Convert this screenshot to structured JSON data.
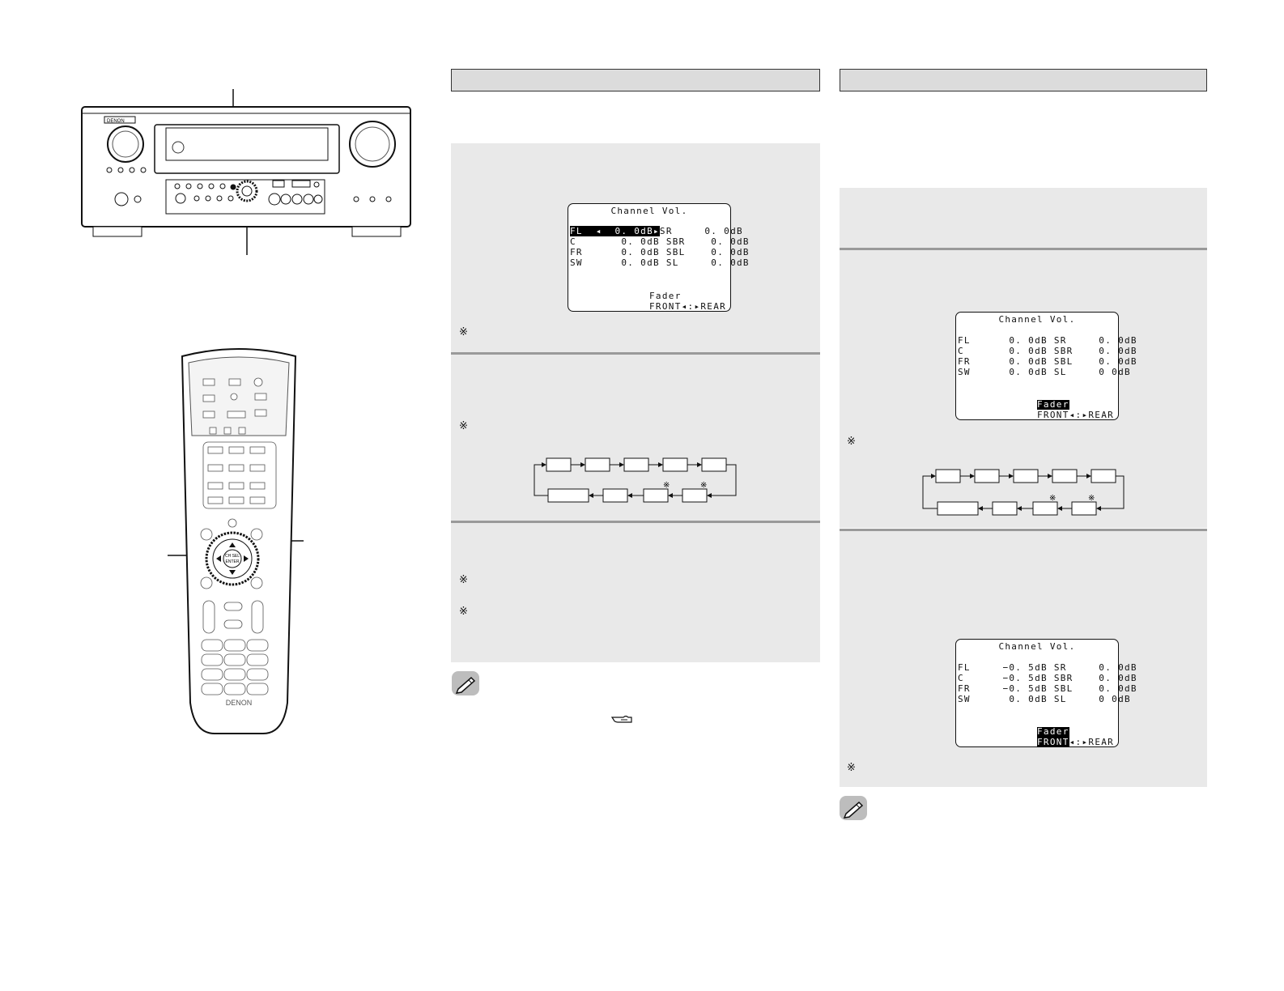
{
  "left_col": {
    "header": ""
  },
  "right_col": {
    "header": ""
  },
  "note_mark": "※",
  "receiver": {
    "brand": "DENON"
  },
  "remote": {
    "brand": "DENON",
    "center_label": "CH SEL ENTER"
  },
  "lcd_common": {
    "title": "Channel Vol.",
    "rows": [
      {
        "l": "FL",
        "lv": "0. 0dB",
        "r": "SR",
        "rv": "0. 0dB"
      },
      {
        "l": "C",
        "lv": "0. 0dB",
        "r": "SBR",
        "rv": "0. 0dB"
      },
      {
        "l": "FR",
        "lv": "0. 0dB",
        "r": "SBL",
        "rv": "0. 0dB"
      },
      {
        "l": "SW",
        "lv": "0. 0dB",
        "r": "SL",
        "rv": "0 0dB"
      }
    ],
    "fader": "Fader",
    "fader_line": "FRONT◂:▸REAR",
    "front": "FRONT",
    "front_rest": "◂:▸REAR"
  },
  "lcd1": {
    "row1": "FL  ◂  0. 0dB▸",
    "row2_right": "SR     0. 0dB",
    "rows": [
      "FL  ◂  0. 0dB▸SR     0. 0dB",
      "C       0. 0dB SBR    0. 0dB",
      "FR      0. 0dB SBL    0. 0dB",
      "SW      0. 0dB SL     0. 0dB"
    ]
  },
  "lcd2": {
    "rows": [
      "FL      0. 0dB SR     0. 0dB",
      "C       0. 0dB SBR    0. 0dB",
      "FR      0. 0dB SBL    0. 0dB",
      "SW      0. 0dB SL     0 0dB"
    ]
  },
  "lcd3": {
    "rows": [
      "FL     −0. 5dB SR     0. 0dB",
      "C      −0. 5dB SBR    0. 0dB",
      "FR     −0. 5dB SBL    0. 0dB",
      "SW      0. 0dB SL     0 0dB"
    ]
  },
  "colors": {
    "panel": "#e9e9e9",
    "header": "#dcdcdc",
    "divider": "#9a9a9a"
  }
}
